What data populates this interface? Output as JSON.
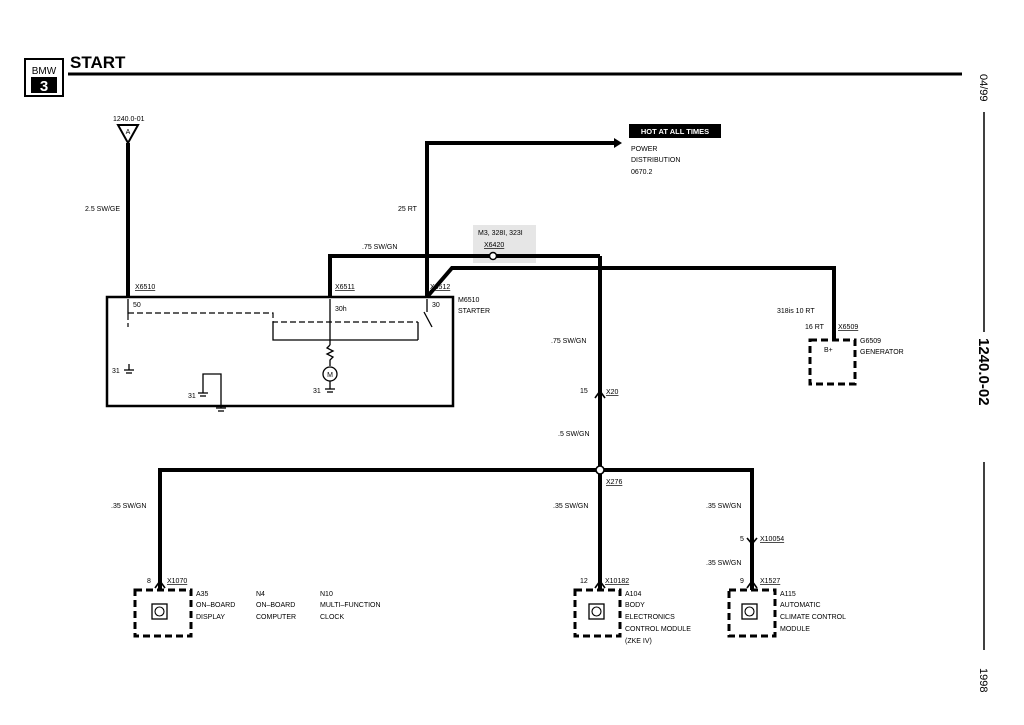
{
  "header": {
    "logo_brand": "BMW",
    "logo_model": "3",
    "title": "START"
  },
  "side": {
    "date": "04/99",
    "page_ref": "1240.0-02",
    "year": "1998"
  },
  "hot_label": "HOT AT ALL TIMES",
  "power_distribution": [
    "POWER",
    "DISTRIBUTION",
    "0670.2"
  ],
  "ref_1240": "1240.0-01",
  "ref_arrow": "A",
  "wires": {
    "w_25swge": "2.5 SW/GE",
    "w_25rt": "25 RT",
    "w_75swgn_top": ".75 SW/GN",
    "w_75swgn_mid": ".75 SW/GN",
    "w_5swgn": ".5 SW/GN",
    "w_35_left": ".35 SW/GN",
    "w_35_mid": ".35 SW/GN",
    "w_35_right_a": ".35 SW/GN",
    "w_35_right_b": ".35 SW/GN",
    "w_16rt": "16 RT"
  },
  "splice_note": "M3, 328I, 323I",
  "note_318is": "318is  10 RT",
  "connectors": {
    "x6510": "X6510",
    "x6511": "X6511",
    "x6512": "X6512",
    "x6420": "X6420",
    "x6509": "X6509",
    "x20": "X20",
    "x276": "X276",
    "x1070": "X1070",
    "x10182": "X10182",
    "x10054": "X10054",
    "x1527": "X1527"
  },
  "pins": {
    "p50": "50",
    "p30h": "30h",
    "p30": "30",
    "p31a": "31",
    "p31b": "31",
    "p31c": "31",
    "p15": "15",
    "p8": "8",
    "p12": "12",
    "p5": "5",
    "p9": "9",
    "bplus": "B+"
  },
  "motor_symbol": "M",
  "components": {
    "starter": [
      "M6510",
      "STARTER"
    ],
    "generator": [
      "G6509",
      "GENERATOR"
    ],
    "a35": [
      "A35",
      "ON–BOARD",
      "DISPLAY"
    ],
    "n4": [
      "N4",
      "ON–BOARD",
      "COMPUTER"
    ],
    "n10": [
      "N10",
      "MULTI–FUNCTION",
      "CLOCK"
    ],
    "a104": [
      "A104",
      "BODY",
      "ELECTRONICS",
      "CONTROL MODULE",
      "(ZKE IV)"
    ],
    "a115": [
      "A115",
      "AUTOMATIC",
      "CLIMATE CONTROL",
      "MODULE"
    ]
  },
  "colors": {
    "ink": "#000000",
    "paper": "#ffffff",
    "highlight": "#e6e6e6"
  }
}
